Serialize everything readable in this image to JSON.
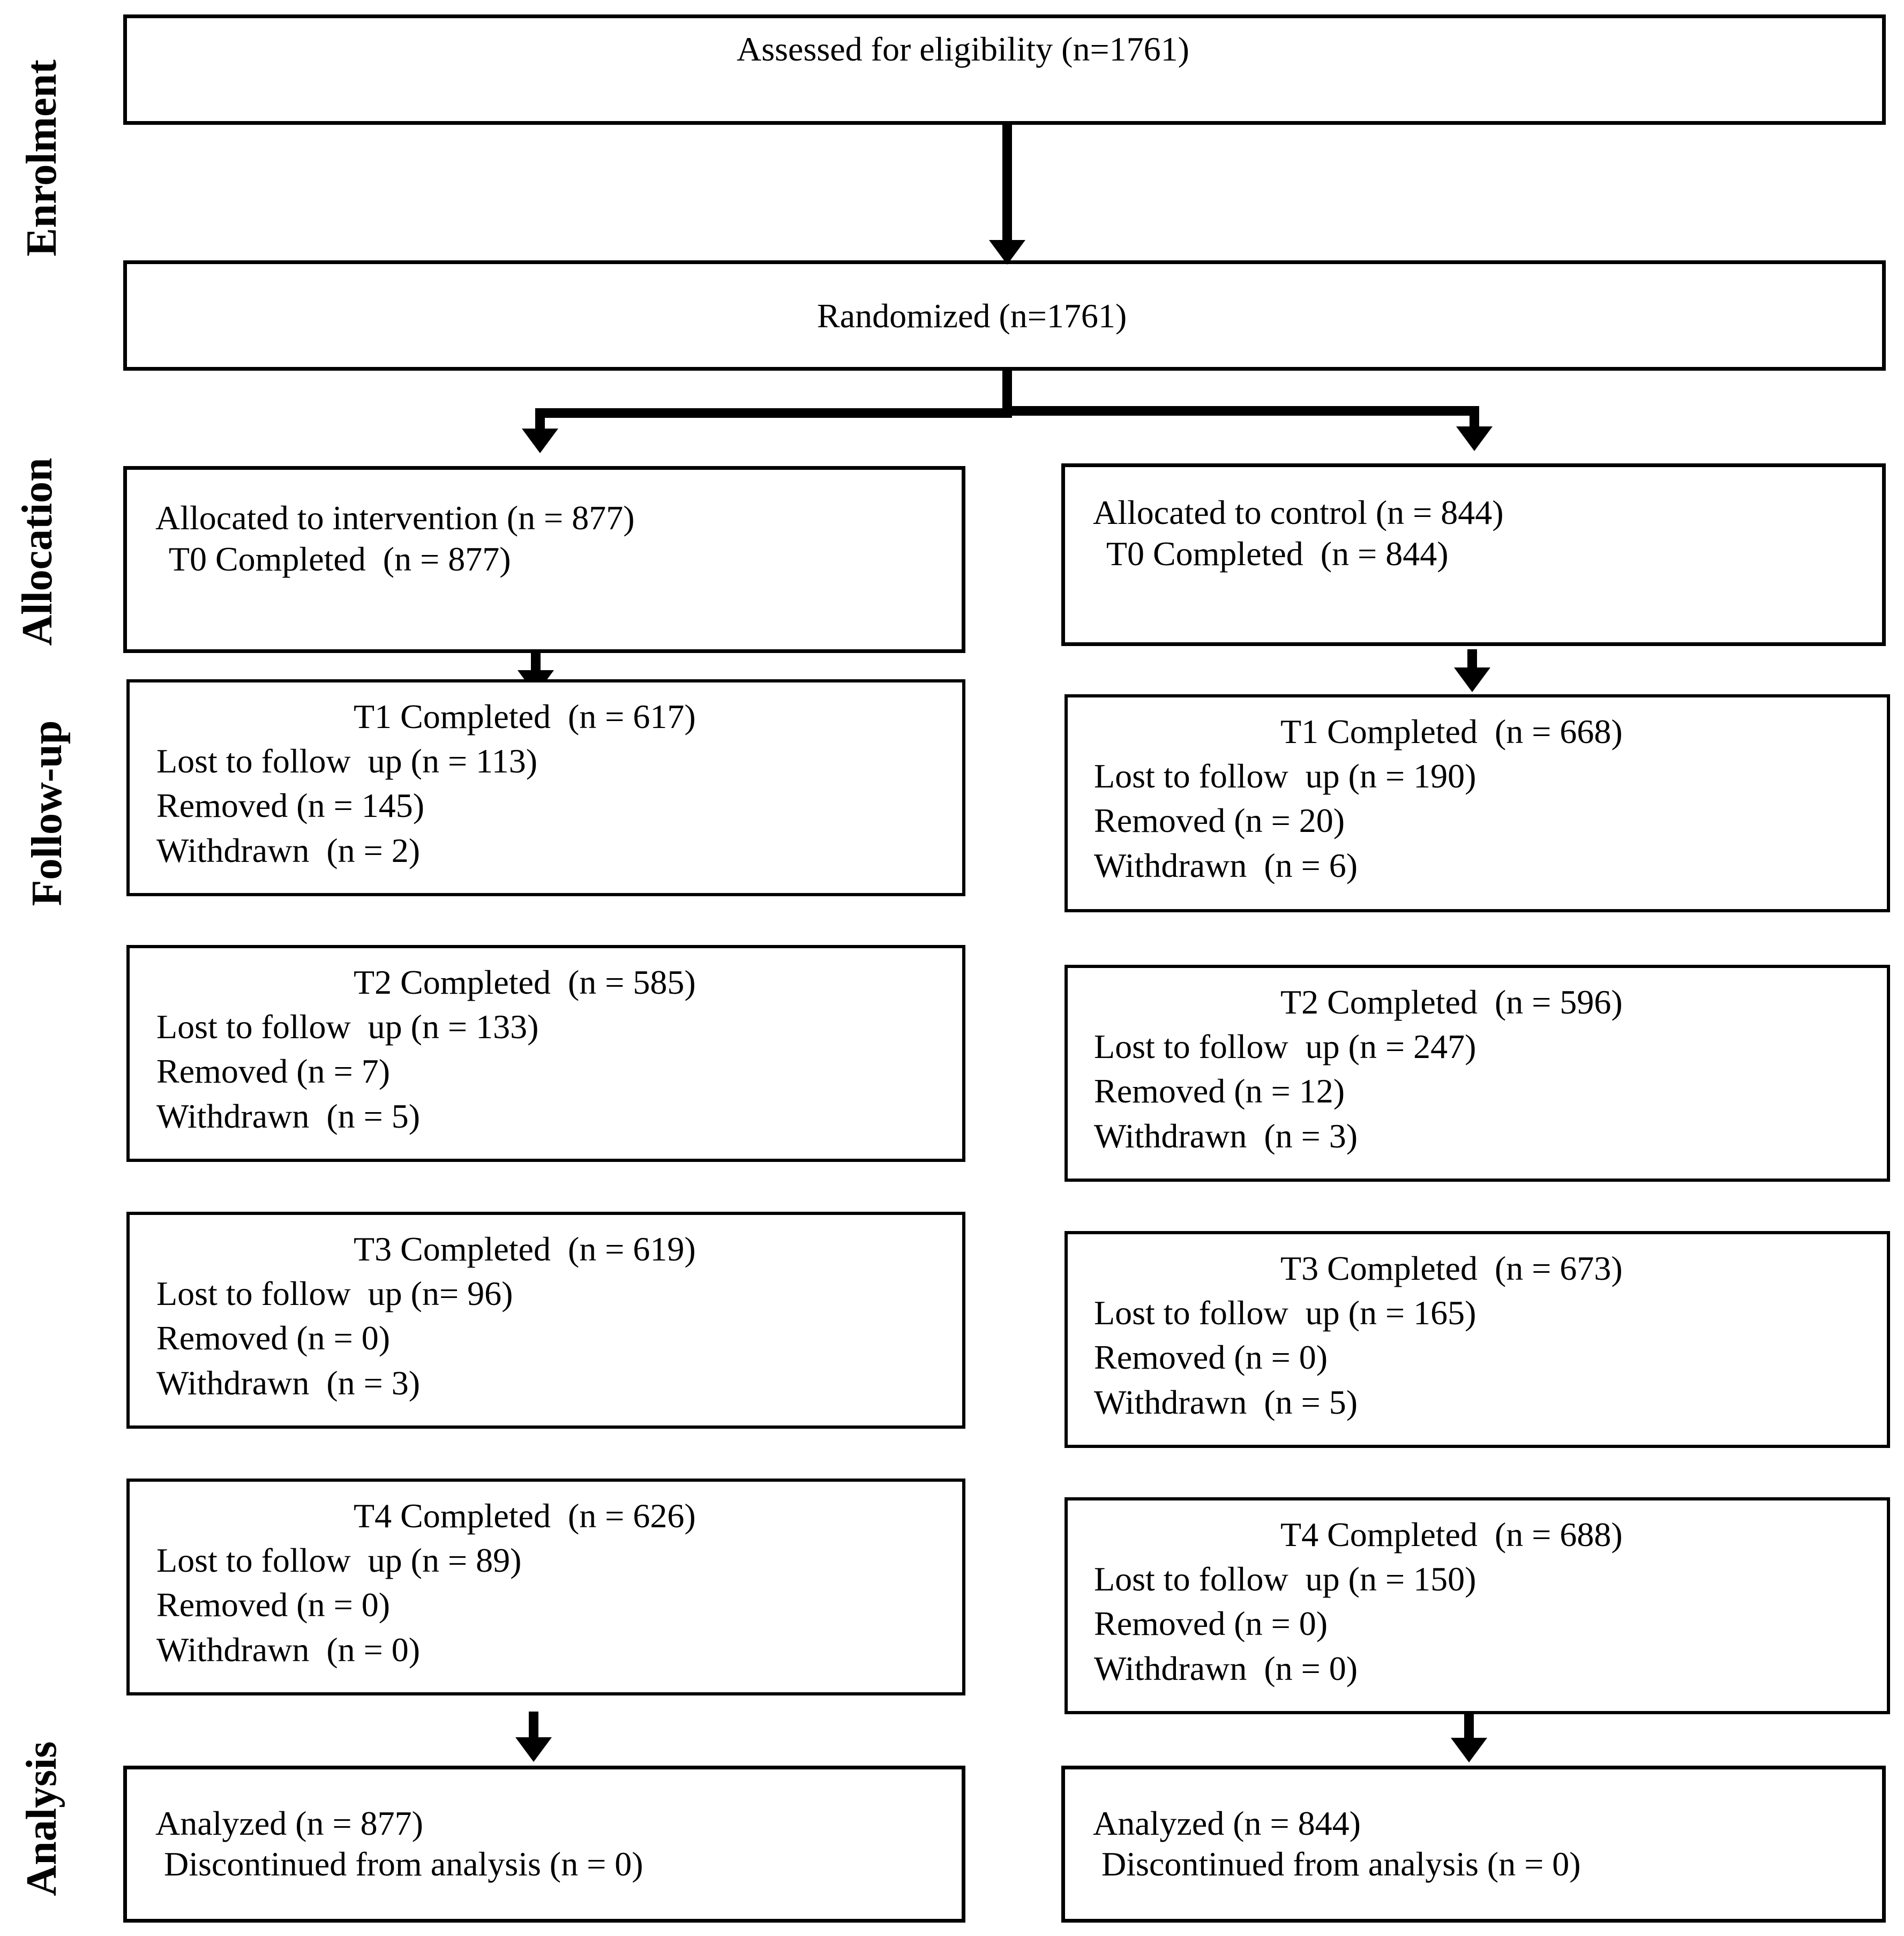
{
  "stages": {
    "enrolment": "Enrolment",
    "allocation": "Allocation",
    "follow_up": "Follow-up",
    "analysis": "Analysis"
  },
  "enrolment": {
    "assessed": "Assessed for eligibility  (n=1761)",
    "randomized": "Randomized (n=1761)"
  },
  "intervention": {
    "allocation": [
      "Allocated to intervention (n = 877)",
      " T0 Completed  (n = 877)"
    ],
    "t1": {
      "completed": "T1 Completed  (n = 617)",
      "lost": "Lost to follow  up (n = 113)",
      "removed": "Removed (n = 145)",
      "withdrawn": "Withdrawn  (n = 2)"
    },
    "t2": {
      "completed": "T2 Completed  (n = 585)",
      "lost": "Lost to follow  up (n = 133)",
      "removed": "Removed (n = 7)",
      "withdrawn": "Withdrawn  (n = 5)"
    },
    "t3": {
      "completed": "T3 Completed  (n = 619)",
      "lost": "Lost to follow  up (n= 96)",
      "removed": "Removed (n = 0)",
      "withdrawn": "Withdrawn  (n = 3)"
    },
    "t4": {
      "completed": "T4 Completed  (n = 626)",
      "lost": "Lost to follow  up (n = 89)",
      "removed": "Removed (n = 0)",
      "withdrawn": "Withdrawn  (n = 0)"
    },
    "analysis": [
      "Analyzed (n = 877)",
      " Discontinued from analysis (n = 0)"
    ]
  },
  "control": {
    "allocation": [
      "Allocated to control (n = 844)",
      " T0 Completed  (n = 844)"
    ],
    "t1": {
      "completed": "T1 Completed  (n = 668)",
      "lost": "Lost to follow  up (n = 190)",
      "removed": "Removed (n = 20)",
      "withdrawn": "Withdrawn  (n = 6)"
    },
    "t2": {
      "completed": "T2 Completed  (n = 596)",
      "lost": "Lost to follow  up (n = 247)",
      "removed": "Removed (n = 12)",
      "withdrawn": "Withdrawn  (n = 3)"
    },
    "t3": {
      "completed": "T3 Completed  (n = 673)",
      "lost": "Lost to follow  up (n = 165)",
      "removed": "Removed (n = 0)",
      "withdrawn": "Withdrawn  (n = 5)"
    },
    "t4": {
      "completed": "T4 Completed  (n = 688)",
      "lost": "Lost to follow  up (n = 150)",
      "removed": "Removed (n = 0)",
      "withdrawn": "Withdrawn  (n = 0)"
    },
    "analysis": [
      "Analyzed (n = 844)",
      " Discontinued from analysis (n = 0)"
    ]
  }
}
